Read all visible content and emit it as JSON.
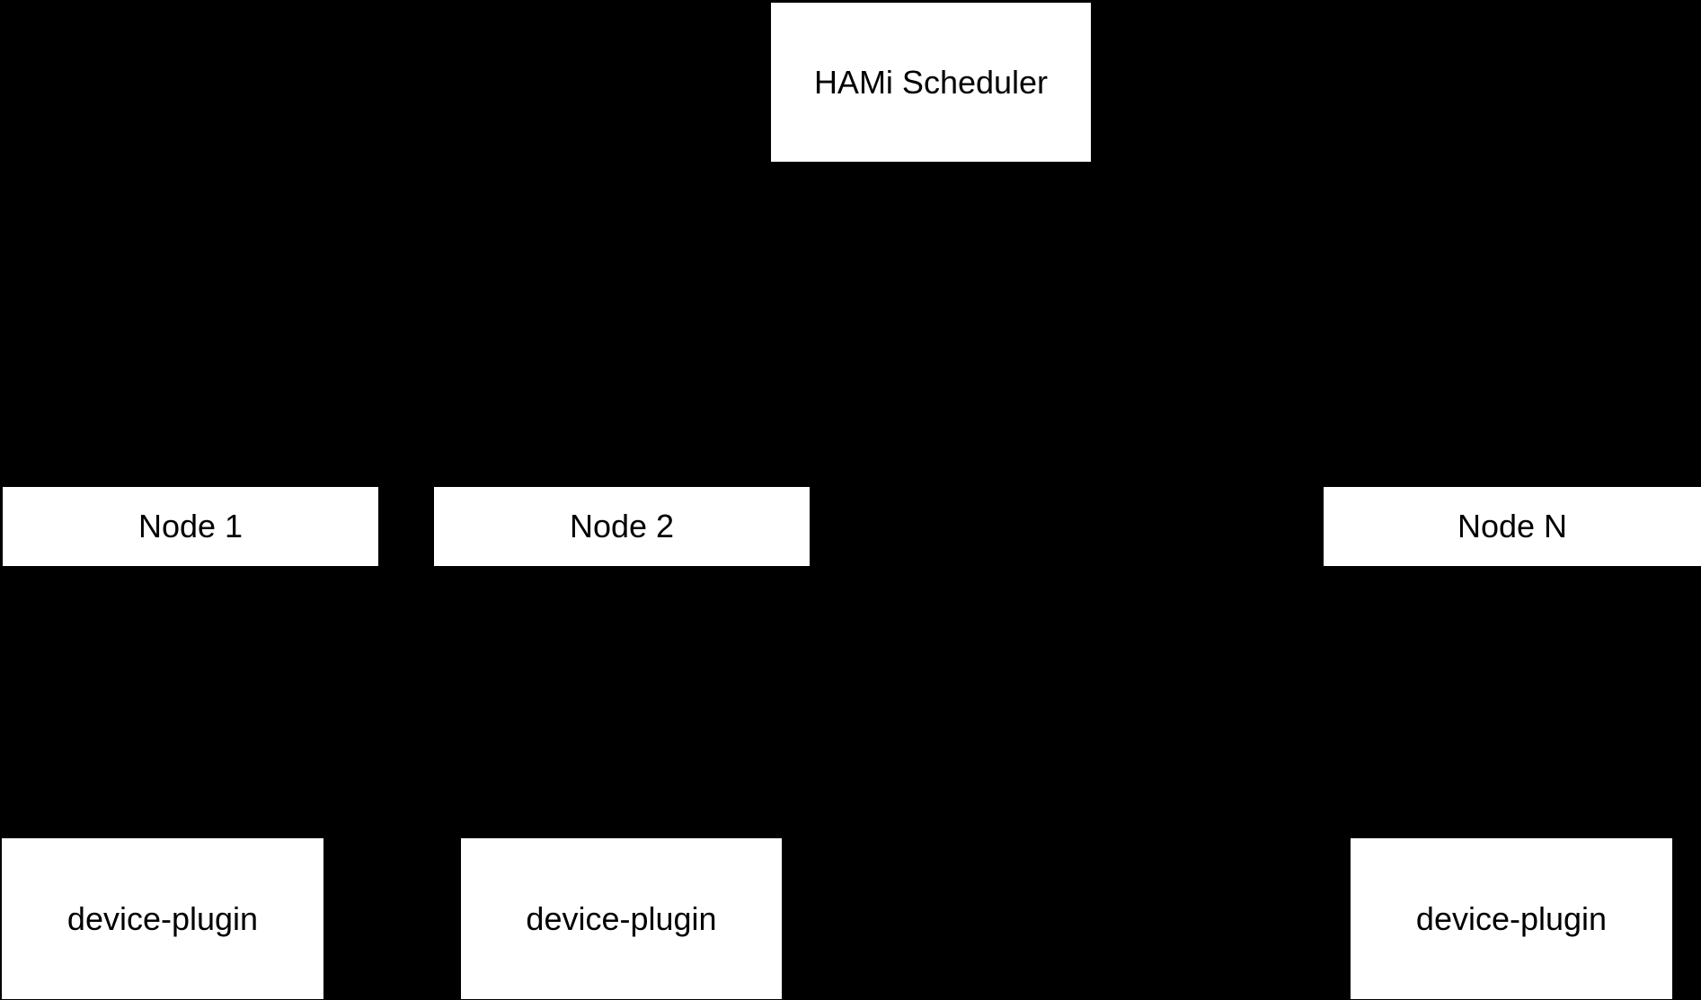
{
  "colors": {
    "background": "#000000",
    "box_fill": "#ffffff",
    "box_text": "#000000"
  },
  "diagram": {
    "scheduler": {
      "label": "HAMi Scheduler"
    },
    "nodes": [
      {
        "label": "Node 1"
      },
      {
        "label": "Node 2"
      },
      {
        "label": "Node N"
      }
    ],
    "device_plugins": [
      {
        "label": "device-plugin"
      },
      {
        "label": "device-plugin"
      },
      {
        "label": "device-plugin"
      }
    ]
  }
}
